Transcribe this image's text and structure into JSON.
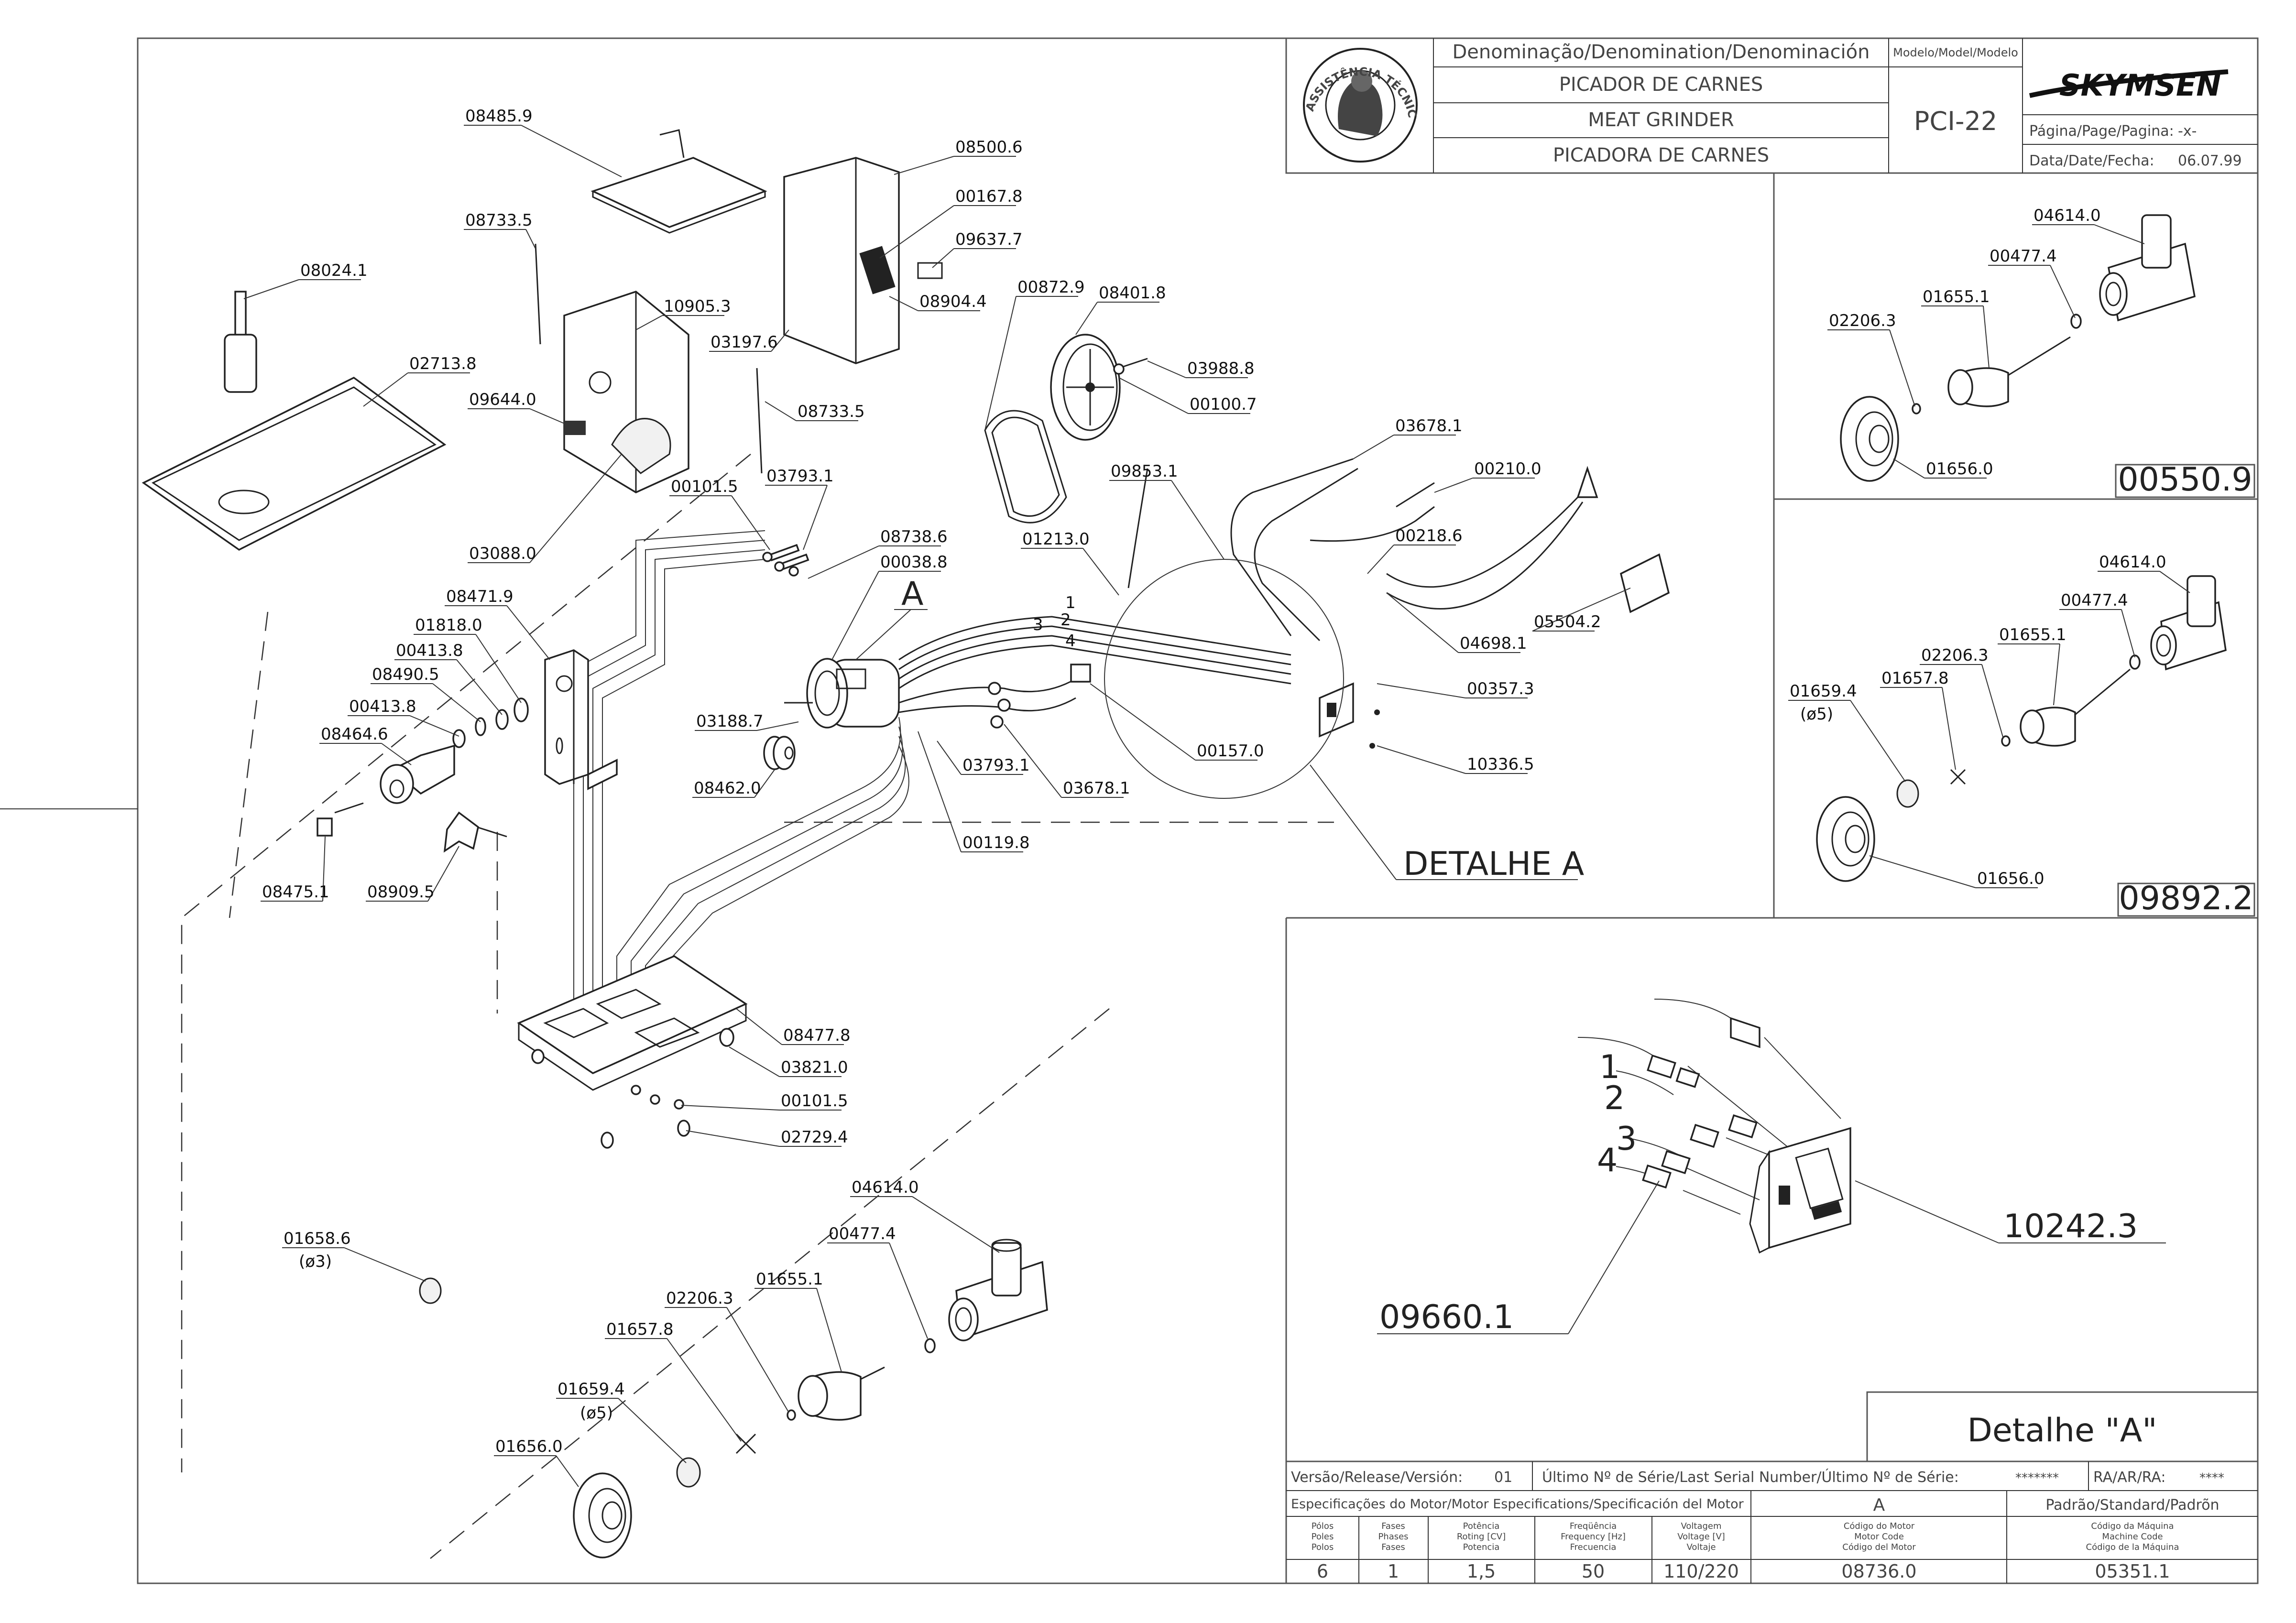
{
  "title_block": {
    "denomination_header": "Denominação/Denomination/Denominación",
    "name_pt": "PICADOR DE CARNES",
    "name_en": "MEAT GRINDER",
    "name_es": "PICADORA DE CARNES",
    "model_header": "Modelo/Model/Modelo",
    "model_value": "PCI-22",
    "brand": "SKYMSEN",
    "page_label": "Página/Page/Pagina:",
    "page_value": "-x-",
    "date_label": "Data/Date/Fecha:",
    "date_value": "06.07.99",
    "seal_text": "ASSISTÊNCIA TÉCNICA AUTORIZADA"
  },
  "detail_a": {
    "title": "Detalhe \"A\"",
    "label": "DETALHE A",
    "callout": "A",
    "wires": [
      "1",
      "2",
      "3",
      "4"
    ],
    "parts": [
      "10242.3",
      "09660.1"
    ]
  },
  "subpanels": [
    {
      "kit": "00550.9",
      "parts": [
        "04614.0",
        "00477.4",
        "01655.1",
        "02206.3",
        "01656.0"
      ]
    },
    {
      "kit": "09892.2",
      "parts": [
        "04614.0",
        "00477.4",
        "01655.1",
        "02206.3",
        "01657.8",
        "01659.4",
        "(ø5)",
        "01656.0"
      ]
    }
  ],
  "main_parts": {
    "p08485_9": "08485.9",
    "p08500_6": "08500.6",
    "p00167_8": "00167.8",
    "p09637_7": "09637.7",
    "p08733_5a": "08733.5",
    "p08024_1": "08024.1",
    "p10905_3": "10905.3",
    "p08904_4": "08904.4",
    "p00872_9": "00872.9",
    "p08401_8": "08401.8",
    "p03197_6": "03197.6",
    "p03988_8": "03988.8",
    "p02713_8": "02713.8",
    "p00100_7": "00100.7",
    "p08733_5b": "08733.5",
    "p09644_0": "09644.0",
    "p03678_1a": "03678.1",
    "p00210_0": "00210.0",
    "p09853_1": "09853.1",
    "p00101_5a": "00101.5",
    "p03793_1a": "03793.1",
    "p03088_0": "03088.0",
    "p00218_6": "00218.6",
    "p08738_6": "08738.6",
    "p01213_0": "01213.0",
    "p00038_8": "00038.8",
    "p05504_2": "05504.2",
    "p08471_9": "08471.9",
    "p04698_1": "04698.1",
    "p01818_0": "01818.0",
    "p00413_8a": "00413.8",
    "p08490_5": "08490.5",
    "p00357_3": "00357.3",
    "p00413_8b": "00413.8",
    "p03188_7": "03188.7",
    "p08464_6": "08464.6",
    "p00157_0": "00157.0",
    "p03793_1b": "03793.1",
    "p10336_5": "10336.5",
    "p08462_0": "08462.0",
    "p03678_1b": "03678.1",
    "p00119_8": "00119.8",
    "p08475_1": "08475.1",
    "p08909_5": "08909.5",
    "p08477_8": "08477.8",
    "p03821_0": "03821.0",
    "p00101_5b": "00101.5",
    "p02729_4": "02729.4",
    "p04614_0": "04614.0",
    "p00477_4": "00477.4",
    "p01658_6": "01658.6",
    "p01658_6_dia": "(ø3)",
    "p01655_1": "01655.1",
    "p02206_3": "02206.3",
    "p01657_8": "01657.8",
    "p01659_4": "01659.4",
    "p01659_4_dia": "(ø5)",
    "p01656_0": "01656.0"
  },
  "revision_block": {
    "version_label": "Versão/Release/Versión:",
    "version_value": "01",
    "serial_label": "Último Nº de Série/Last Serial Number/Último Nº de Série:",
    "serial_value": "*******",
    "ra_label": "RA/AR/RA:",
    "ra_value": "****",
    "motor_spec_label": "Especificações do Motor/Motor Especifications/Specificación del Motor",
    "motor_code_header": "A",
    "standard_label": "Padrão/Standard/Padrõn",
    "columns": [
      {
        "h1": "Pólos",
        "h2": "Poles",
        "h3": "Polos",
        "value": "6"
      },
      {
        "h1": "Fases",
        "h2": "Phases",
        "h3": "Fases",
        "value": "1"
      },
      {
        "h1": "Potência",
        "h2": "Roting [CV]",
        "h3": "Potencia",
        "value": "1,5"
      },
      {
        "h1": "Freqüência",
        "h2": "Frequency [Hz]",
        "h3": "Frecuencia",
        "value": "50"
      },
      {
        "h1": "Voltagem",
        "h2": "Voltage [V]",
        "h3": "Voltaje",
        "value": "110/220"
      },
      {
        "h1": "Código do Motor",
        "h2": "Motor Code",
        "h3": "Código del Motor",
        "value": "08736.0"
      },
      {
        "h1": "Código da Máquina",
        "h2": "Machine Code",
        "h3": "Código de la Máquina",
        "value": "05351.1"
      }
    ]
  }
}
